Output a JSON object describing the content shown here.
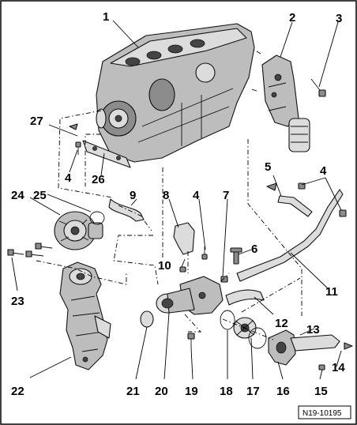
{
  "callouts": [
    "1",
    "2",
    "3",
    "4",
    "5",
    "6",
    "7",
    "8",
    "9",
    "10",
    "11",
    "12",
    "13",
    "14",
    "15",
    "16",
    "17",
    "18",
    "19",
    "20",
    "21",
    "22",
    "23",
    "24",
    "25",
    "26",
    "27"
  ],
  "figure_ref": "N19-10195"
}
